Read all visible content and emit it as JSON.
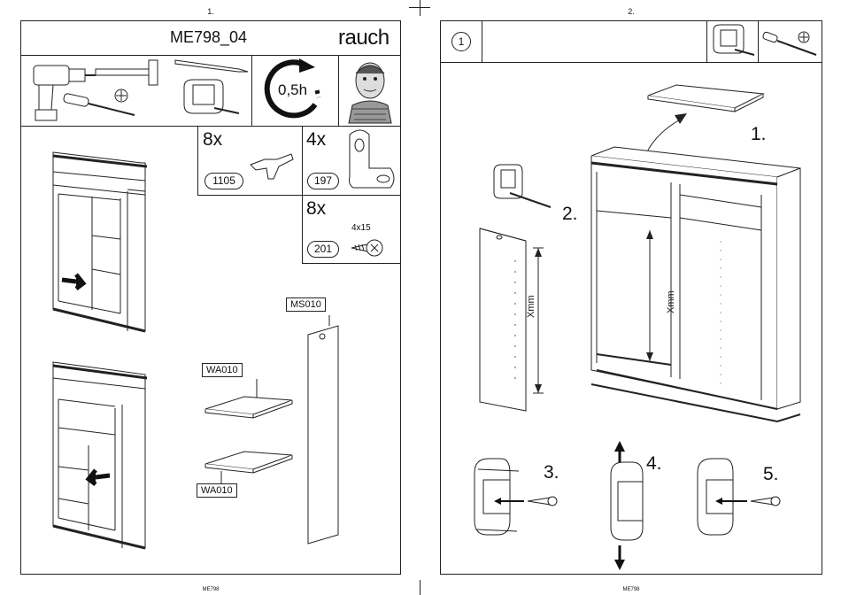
{
  "left": {
    "page_number": "1.",
    "model": "ME798_04",
    "brand": "rauch",
    "time": "0,5h",
    "footer": "ME798",
    "parts": [
      {
        "qty": "8x",
        "code": "1105"
      },
      {
        "qty": "4x",
        "code": "197"
      },
      {
        "qty": "8x",
        "code": "201",
        "size": "4x15"
      }
    ],
    "labels": {
      "ms": "MS010",
      "wa_top": "WA010",
      "wa_bottom": "WA010"
    }
  },
  "right": {
    "page_number": "2.",
    "step": "1",
    "footer": "ME798",
    "steps": [
      "1.",
      "2.",
      "3.",
      "4.",
      "5."
    ],
    "measure": "Xmm"
  }
}
